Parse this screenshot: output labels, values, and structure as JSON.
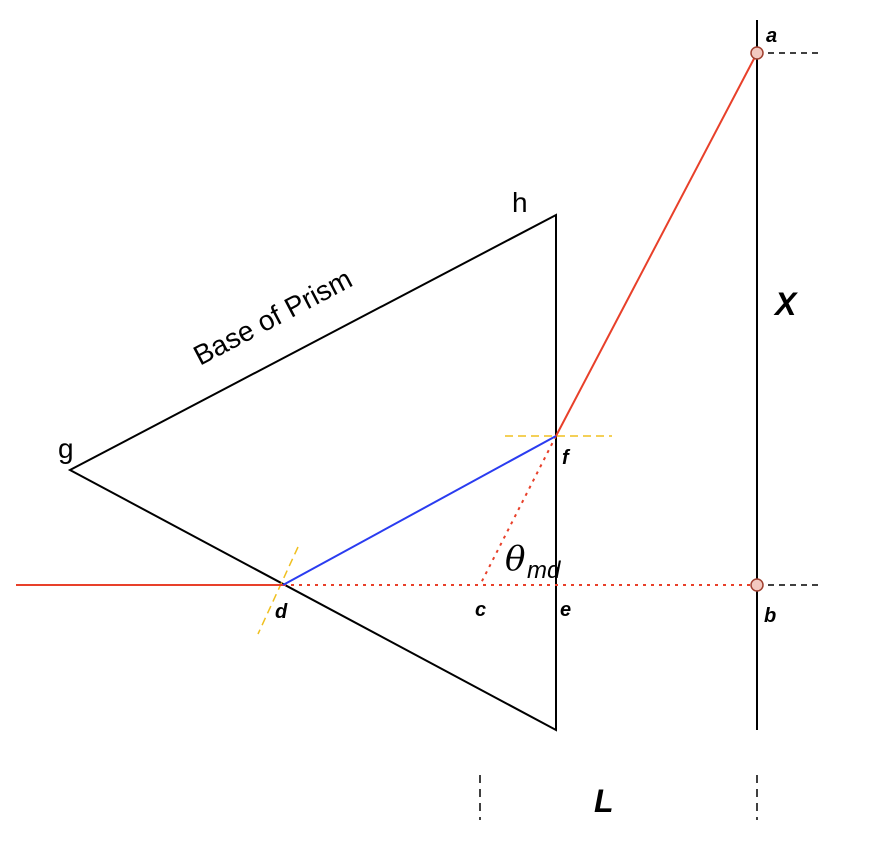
{
  "diagram": {
    "labels": {
      "a": "a",
      "b": "b",
      "c": "c",
      "d": "d",
      "e": "e",
      "f": "f",
      "g": "g",
      "h": "h",
      "x": "X",
      "l": "L",
      "base": "Base of Prism",
      "theta": "θ",
      "theta_sub": "md"
    },
    "colors": {
      "outline": "#000000",
      "ray": "#e8402a",
      "internal_ray": "#2a3cf0",
      "normal": "#f0c020",
      "marker_fill": "#f2c9c0"
    }
  }
}
